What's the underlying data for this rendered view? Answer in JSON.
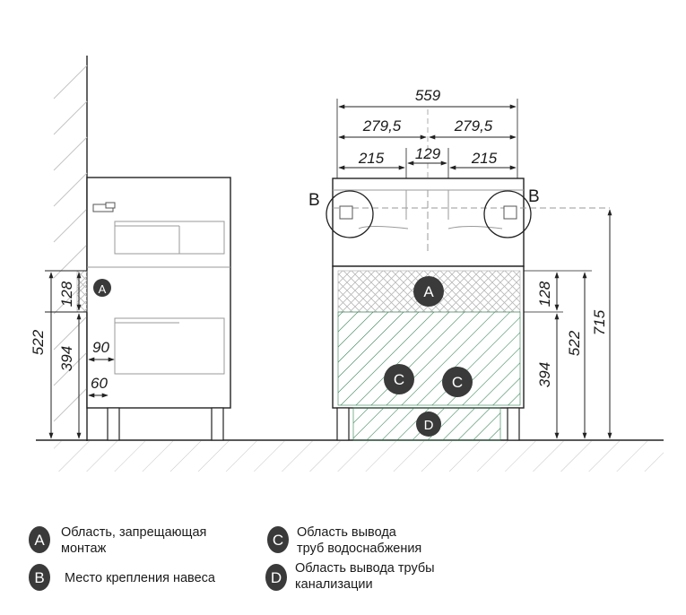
{
  "top_dims": {
    "total": "559",
    "half_left": "279,5",
    "half_right": "279,5",
    "left": "215",
    "center": "129",
    "right": "215"
  },
  "side_dims": {
    "h_522": "522",
    "h_394": "394",
    "h_128": "128",
    "w_90": "90",
    "w_60": "60"
  },
  "front_dims": {
    "h_715": "715",
    "h_522": "522",
    "h_394": "394",
    "h_128": "128"
  },
  "callouts": {
    "b_left": "B",
    "b_right": "B",
    "a": "A",
    "c": "C",
    "d": "D"
  },
  "colors": {
    "green_zone": "#2e7d4f",
    "badge": "#3a3a3a",
    "line": "#222222",
    "hatch": "#bdbdbd"
  },
  "legend": [
    {
      "badge": "A",
      "line1": "Область, запрещающая",
      "line2": "монтаж"
    },
    {
      "badge": "B",
      "line1": "Место крепления навеса",
      "line2": ""
    },
    {
      "badge": "C",
      "line1": "Область вывода",
      "line2": "труб водоснабжения"
    },
    {
      "badge": "D",
      "line1": "Область вывода трубы",
      "line2": "канализации"
    }
  ]
}
